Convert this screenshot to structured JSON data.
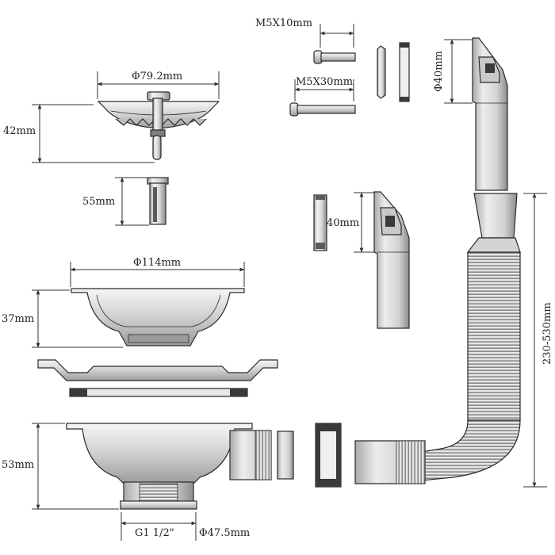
{
  "labels": {
    "strainer_diameter": "Φ79.2mm",
    "strainer_height": "42mm",
    "sleeve_height": "55mm",
    "bowl_diameter": "Φ114mm",
    "bowl_height": "37mm",
    "body_height": "53mm",
    "thread_size": "G1 1/2\"",
    "outlet_diameter": "Φ47.5mm",
    "screw_short": "M5X10mm",
    "screw_long": "M5X30mm",
    "overflow_diameter": "Φ40mm",
    "overflow_connector_height": "40mm",
    "hose_length": "230-530mm"
  },
  "colors": {
    "line": "#2a2a2a",
    "metal_light": "#f2f2f2",
    "metal_mid": "#d6d6d6",
    "metal_dark": "#9a9a9a",
    "rubber": "#3a3a3a"
  }
}
